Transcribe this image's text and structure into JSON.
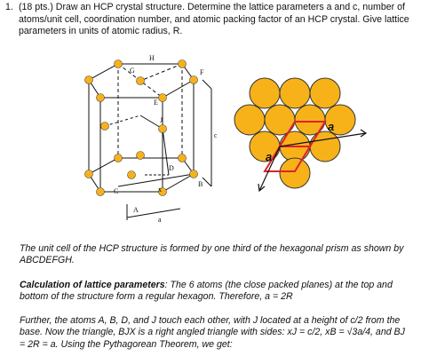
{
  "question": {
    "number": "1.",
    "text": "(18 pts.) Draw an HCP crystal structure.  Determine the lattice parameters a and c, number of atoms/unit cell, coordination number, and atomic packing factor of an HCP crystal.  Give lattice parameters in units of atomic radius, R."
  },
  "figure_left": {
    "labels": {
      "H": "H",
      "G": "G",
      "F": "F",
      "E": "E",
      "J": "J",
      "D": "D",
      "C": "C",
      "B": "B",
      "A": "A",
      "x": "x",
      "c": "c",
      "a": "a"
    },
    "atom_color": "#f7b21a"
  },
  "figure_right": {
    "label_a1": "a",
    "label_a2": "a",
    "atom_color": "#f7b21a",
    "cell_color": "#e0202a"
  },
  "paragraphs": {
    "p1": "The unit cell of the HCP structure is formed by one third of the hexagonal prism as shown by ABCDEFGH.",
    "p2_bold": "Calculation of lattice parameters",
    "p2_rest": ": The 6 atoms (the close packed planes) at the top and bottom of the structure form a regular hexagon.  Therefore, a = 2R",
    "p3": "Further, the atoms A, B, D, and J touch each other, with J located at a height of c/2 from the base.  Now the triangle, BJX is a right angled triangle with sides: xJ = c/2, xB = √3a/4, and BJ = 2R = a.  Using the Pythagorean Theorem, we get:"
  }
}
